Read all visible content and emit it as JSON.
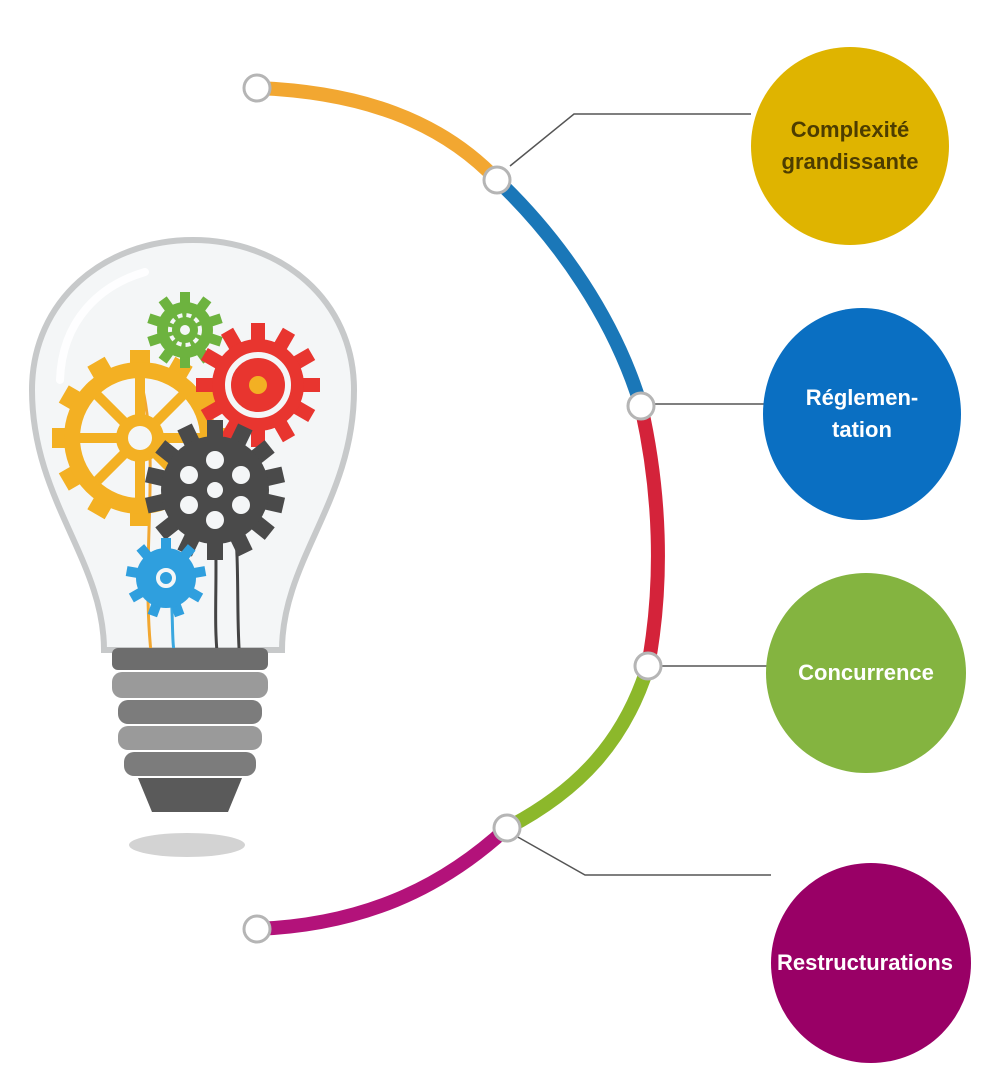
{
  "colors": {
    "complexite": "#dfb400",
    "reglementation": "#0a6fc2",
    "concurrence": "#84b440",
    "restructurations": "#990066",
    "arc_orange": "#f2a731",
    "arc_blue": "#1a77b8",
    "arc_red": "#d4233a",
    "arc_green": "#8cb82b",
    "arc_magenta": "#b3127a",
    "connector": "#555555"
  },
  "bubbles": [
    {
      "lines": [
        "Complexité",
        "grandissante"
      ],
      "color_key": "complexite"
    },
    {
      "lines": [
        "Réglemen-",
        "tation"
      ],
      "color_key": "reglementation"
    },
    {
      "lines": [
        "Concurrence"
      ],
      "color_key": "concurrence"
    },
    {
      "lines": [
        "Restructurations"
      ],
      "color_key": "restructurations"
    }
  ],
  "illustration": {
    "icons": [
      "lightbulb-icon",
      "gear-icon"
    ]
  }
}
